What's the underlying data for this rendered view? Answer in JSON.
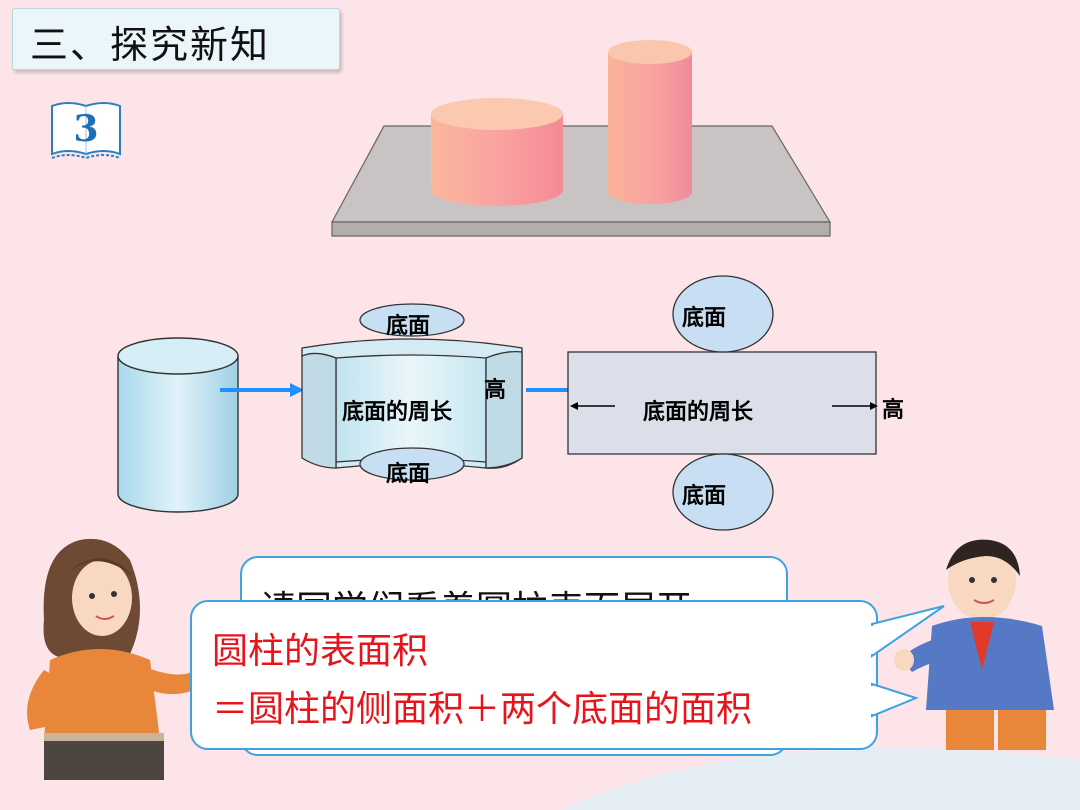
{
  "header": {
    "title": "三、探究新知"
  },
  "badge": {
    "number": "3"
  },
  "diagram": {
    "top_label_curved": "底面",
    "bottom_label_curved": "底面",
    "curved_side_label": "底面的周长",
    "curved_height_label": "高",
    "rect_top_label": "底面",
    "rect_bottom_label": "底面",
    "rect_center_label": "底面的周长",
    "rect_height_label": "高"
  },
  "bubbles": {
    "back_text": "请同学们看着圆柱表面展开",
    "front_line1": "圆柱的表面积",
    "front_line2": "＝圆柱的侧面积＋两个底面的面积"
  },
  "colors": {
    "background": "#fce4e8",
    "bubble_border": "#3fa2e0",
    "formula_text": "#e8141c",
    "arrow": "#1e90ff"
  }
}
